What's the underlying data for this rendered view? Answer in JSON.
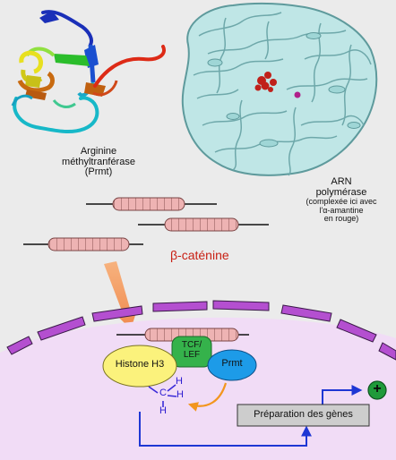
{
  "labels": {
    "prmt_name": "Arginine",
    "prmt_name2": "méthyltranférase",
    "prmt_abbr": "(Prmt)",
    "rnap_name": "ARN",
    "rnap_name2": "polymérase",
    "rnap_note1": "(complexée ici avec",
    "rnap_note2": "l'α-amantine",
    "rnap_note3": "en rouge)",
    "beta_catenin": "β-caténine",
    "histone": "Histone H3",
    "tcf_line1": "TCF/",
    "tcf_line2": "LEF",
    "prmt_short": "Prmt",
    "methyl_c": "C",
    "methyl_h1": "H",
    "methyl_h2": "H",
    "methyl_h3": "H",
    "gene_prep": "Préparation des gènes",
    "plus_sign": "+"
  },
  "colors": {
    "background": "#ebebeb",
    "nucleus_fill": "#f1dcf6",
    "nuclear_envelope": "#b44fd0",
    "catenin_fill": "#eeb3b3",
    "histone": "#fbf27c",
    "tcf_lef": "#35b24b",
    "prmt": "#1d9be8",
    "signal_arrow": "#1e37d4",
    "nuclear_import_arrow": "#f3976a",
    "methyl_transfer_arrow": "#f2961e",
    "plus_circle": "#1f9a3a",
    "gene_box": "#cdcdcd"
  }
}
